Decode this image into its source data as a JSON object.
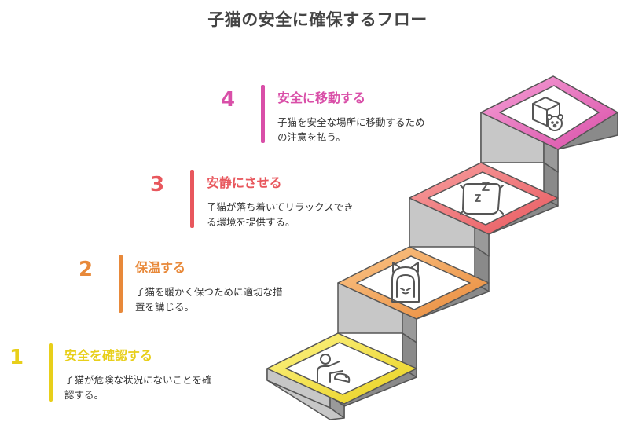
{
  "title": "子猫の安全に確保するフロー",
  "steps": [
    {
      "number": "1",
      "title": "安全を確認する",
      "desc_line1": "子猫が危険な状況にないことを確",
      "desc_line2": "認する。",
      "color": "#e8cf1a",
      "icon": "person-hand-icon"
    },
    {
      "number": "2",
      "title": "保温する",
      "desc_line1": "子猫を暖かく保つために適切な措",
      "desc_line2": "置を講じる。",
      "color": "#e8893a",
      "icon": "cat-bed-icon"
    },
    {
      "number": "3",
      "title": "安静にさせる",
      "desc_line1": "子猫が落ち着いてリラックスでき",
      "desc_line2": "る環境を提供する。",
      "color": "#e8575d",
      "icon": "sleep-pillow-icon"
    },
    {
      "number": "4",
      "title": "安全に移動する",
      "desc_line1": "子猫を安全な場所に移動するため",
      "desc_line2": "の注意を払う。",
      "color": "#d94fa8",
      "icon": "box-teddy-icon"
    }
  ],
  "colors": {
    "step1_light": "#fdf48a",
    "step2_light": "#fbc689",
    "step3_light": "#f7a1a1",
    "step4_light": "#f5a0d6",
    "stair_top": "#c9c9c9",
    "stair_side": "#9e9e9e",
    "stair_dark": "#666666"
  }
}
